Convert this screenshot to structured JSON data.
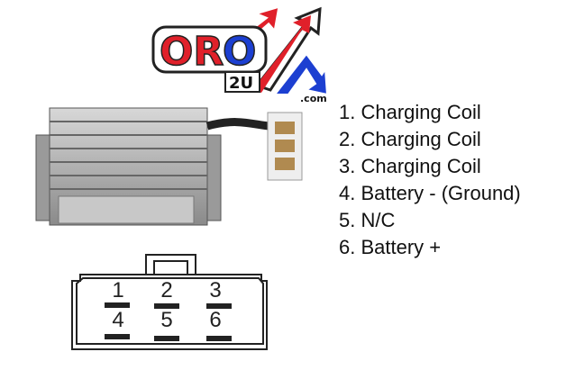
{
  "logo": {
    "text_red": "OR",
    "text_blue": "O",
    "sub": "2U",
    "domain": ".com",
    "colors": {
      "red": "#e0202a",
      "blue": "#1c3fd1"
    }
  },
  "pinout": [
    {
      "pin": "1",
      "label": "1. Charging Coil"
    },
    {
      "pin": "2",
      "label": "2. Charging Coil"
    },
    {
      "pin": "3",
      "label": "3. Charging Coil"
    },
    {
      "pin": "4",
      "label": "4. Battery - (Ground)"
    },
    {
      "pin": "5",
      "label": "5. N/C"
    },
    {
      "pin": "6",
      "label": "6. Battery +"
    }
  ]
}
